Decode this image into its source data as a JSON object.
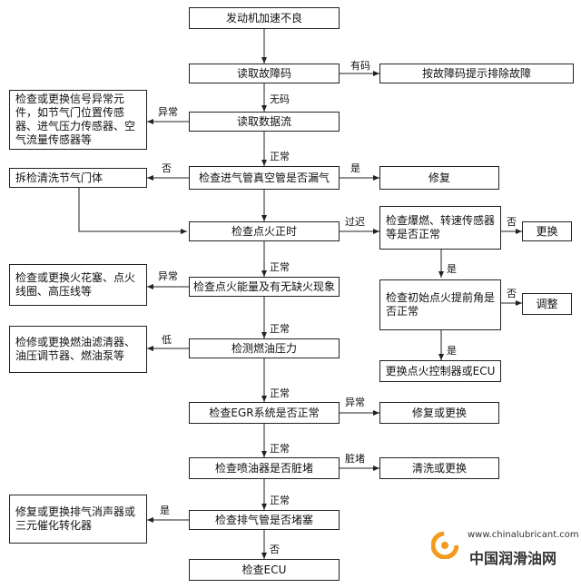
{
  "nodes": {
    "start": "发动机加速不良",
    "read_codes": "读取故障码",
    "fix_by_code": "按故障码提示排除故障",
    "read_stream": "读取数据流",
    "replace_sensors": "检查或更换信号异常元件，如节气门位置传感器、进气压力传感器、空气流量传感器等",
    "intake_leak": "检查进气管真空管是否漏气",
    "clean_throttle": "拆检清洗节气门体",
    "repair": "修复",
    "ignition_timing": "检查点火正时",
    "knock_sensor": "检查爆燃、转速传感器等是否正常",
    "replace": "更换",
    "initial_advance": "检查初始点火提前角是否正常",
    "adjust": "调整",
    "replace_ecu_ctrl": "更换点火控制器或ECU",
    "ignition_energy": "检查点火能量及有无缺火现象",
    "replace_plugs": "检查或更换火花塞、点火线圈、高压线等",
    "fuel_pressure": "检测燃油压力",
    "fuel_parts": "检修或更换燃油滤清器、油压调节器、燃油泵等",
    "egr": "检查EGR系统是否正常",
    "repair_or_replace_1": "修复或更换",
    "injector": "检查喷油器是否脏堵",
    "clean_or_replace": "清洗或更换",
    "exhaust": "检查排气管是否堵塞",
    "muffler": "修复或更换排气消声器或三元催化转化器",
    "check_ecu": "检查ECU"
  },
  "edge_labels": {
    "has_code": "有码",
    "no_code": "无码",
    "abnormal_1": "异常",
    "normal_1": "正常",
    "no_1": "否",
    "yes_1": "是",
    "delay": "过迟",
    "no_2": "否",
    "yes_2": "是",
    "no_3": "否",
    "yes_3": "是",
    "normal_2": "正常",
    "abnormal_2": "异常",
    "normal_3": "正常",
    "low": "低",
    "normal_4": "正常",
    "abnormal_3": "异常",
    "normal_5": "正常",
    "blocked": "脏堵",
    "normal_6": "正常",
    "yes_4": "是",
    "no_4": "否"
  },
  "watermark": {
    "url": "www.chinalubricant.com",
    "name": "中国润滑油网"
  }
}
